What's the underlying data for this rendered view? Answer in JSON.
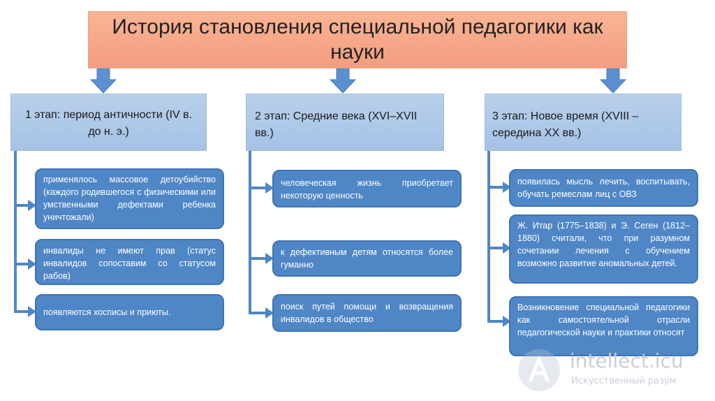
{
  "title": "История становления специальной педагогики как науки",
  "stages": [
    {
      "label": "1 этап: период античности (IV в. до н. э.)",
      "items": [
        "применялось массовое детоубийство (каждого родившегося с физическими или умственными дефектами ребенка уничтожали)",
        "инвалиды не имеют прав (статус инвалидов сопоставим со статусом рабов)",
        "появляются хосписы и приюты."
      ]
    },
    {
      "label": "2 этап: Средние века (XVI–XVII вв.)",
      "items": [
        "человеческая жизнь приобретает некоторую ценность",
        "к дефективным детям относятся более гуманно",
        "поиск путей помощи и возвращения инвалидов в общество"
      ]
    },
    {
      "label": "3 этап: Новое время (XVIII – середина XX вв.)",
      "items": [
        "появилась мысль лечить, воспитывать, обучать ремеслам лиц с ОВЗ",
        "Ж. Итар (1775–1838) и Э. Сеген (1812–1880) считали, что при разумном сочетании лечения с обучением возможно развитие аномальных детей.",
        "Возникновение специальной педагогики как самостоятельной отрасли педагогической науки и практики относят"
      ]
    }
  ],
  "watermark": {
    "main": "intellect.icu",
    "sub": "Искусственный разум"
  },
  "colors": {
    "title_fill": "#f5a486",
    "stage_fill": "#aec8e8",
    "item_fill": "#4f86c6",
    "arrow_fill": "#5b8fd0"
  }
}
